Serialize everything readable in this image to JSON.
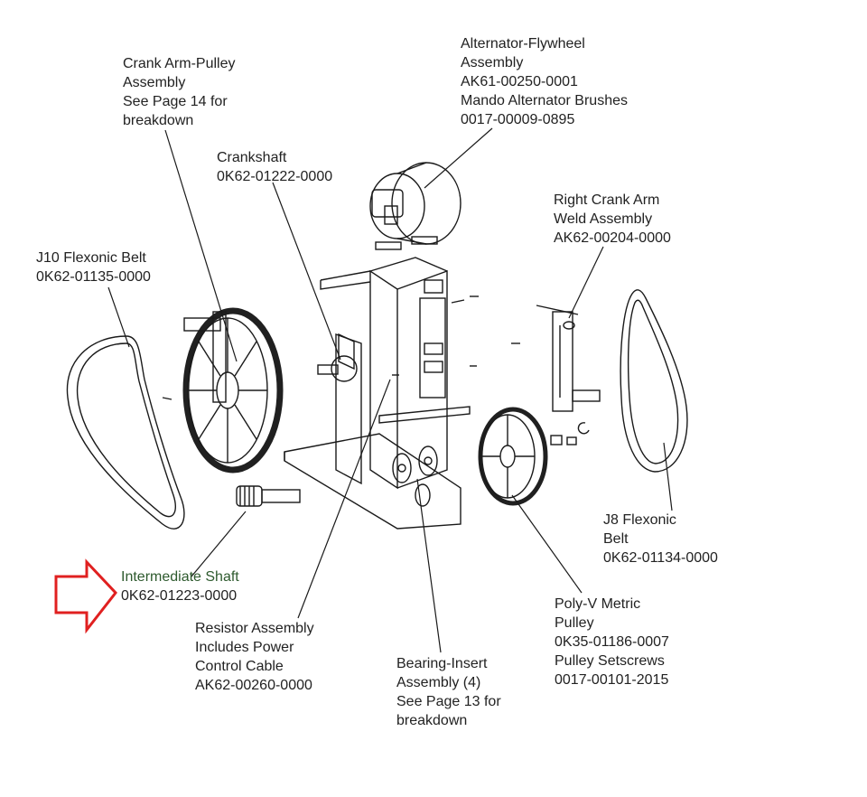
{
  "colors": {
    "line": "#1a1a1a",
    "text": "#222222",
    "highlight_arrow": "#e02020",
    "pulley_rim": "#202020"
  },
  "arrow_icon": "right-arrow-outline-icon",
  "callouts": {
    "crank_arm_pulley": [
      "Crank Arm-Pulley",
      "Assembly",
      "See Page 14 for",
      "breakdown"
    ],
    "alternator_flywheel": [
      "Alternator-Flywheel",
      "Assembly",
      "AK61-00250-0001",
      "Mando Alternator Brushes",
      "0017-00009-0895"
    ],
    "crankshaft": [
      "Crankshaft",
      "0K62-01222-0000"
    ],
    "right_crank_arm": [
      "Right Crank Arm",
      "Weld Assembly",
      "AK62-00204-0000"
    ],
    "j10_belt": [
      "J10 Flexonic Belt",
      "0K62-01135-0000"
    ],
    "j8_belt": [
      "J8 Flexonic",
      "Belt",
      "0K62-01134-0000"
    ],
    "intermediate_shaft": [
      "Intermediate Shaft",
      "0K62-01223-0000"
    ],
    "resistor_assembly": [
      "Resistor Assembly",
      "Includes Power",
      "Control Cable",
      "AK62-00260-0000"
    ],
    "bearing_insert": [
      "Bearing-Insert",
      "Assembly (4)",
      "See Page 13 for",
      "breakdown"
    ],
    "poly_v_pulley": [
      "Poly-V Metric",
      "Pulley",
      "0K35-01186-0007",
      "Pulley Setscrews",
      "0017-00101-2015"
    ]
  }
}
